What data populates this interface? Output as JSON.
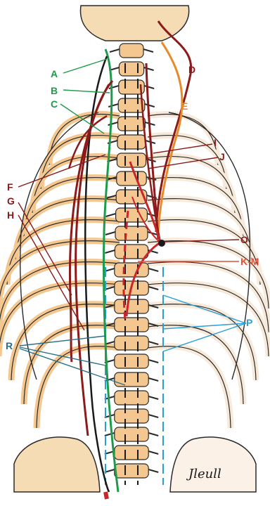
{
  "figure": {
    "labels": [
      {
        "id": "A",
        "text": "A",
        "color": "#1f9a4a"
      },
      {
        "id": "B",
        "text": "B",
        "color": "#1f9a4a"
      },
      {
        "id": "C",
        "text": "C",
        "color": "#1f9a4a"
      },
      {
        "id": "D",
        "text": "D",
        "color": "#8b1a1a"
      },
      {
        "id": "E",
        "text": "E",
        "color": "#e88a2a"
      },
      {
        "id": "F",
        "text": "F",
        "color": "#8b1a1a"
      },
      {
        "id": "G",
        "text": "G",
        "color": "#8b1a1a"
      },
      {
        "id": "H",
        "text": "H",
        "color": "#8b1a1a"
      },
      {
        "id": "I",
        "text": "I",
        "color": "#8b1a1a"
      },
      {
        "id": "J",
        "text": "J",
        "color": "#8b1a1a"
      },
      {
        "id": "O",
        "text": "O",
        "color": "#8b1a1a"
      },
      {
        "id": "KM",
        "text": "K-M",
        "color": "#e0503a"
      },
      {
        "id": "P",
        "text": "P",
        "color": "#2a9fd6"
      },
      {
        "id": "R",
        "text": "R",
        "color": "#2a6f8a"
      }
    ],
    "signature": "Jleull"
  },
  "colors": {
    "bone_outline": "#2a2a2a",
    "bone_fill": "#f3c78f",
    "green": "#1f9a4a",
    "dark_red": "#8b1a1a",
    "red": "#c8262a",
    "orange": "#e88a2a",
    "blue": "#2a9fd6",
    "teal": "#2a6f8a",
    "black": "#1a1a1a"
  }
}
